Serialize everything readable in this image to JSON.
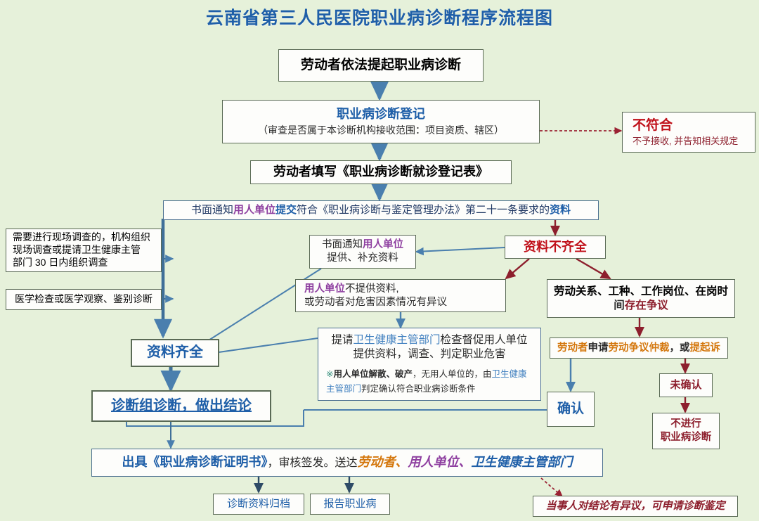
{
  "title": "云南省第三人民医院职业病诊断程序流程图",
  "background": "#e6f1da",
  "colors": {
    "orange": "#d4770d",
    "blue": "#1f5fa8",
    "navy": "#203864",
    "purple": "#8e3fa0",
    "red": "#c0111a",
    "darkred": "#8d1f2d",
    "teal": "#2e8b78",
    "arrow_blue": "#4a7fae",
    "arrow_red": "#8d1f2d"
  },
  "nodes": {
    "start": {
      "line1": "劳动者依法提起职业病诊断"
    },
    "registration": {
      "line1": "职业病诊断登记",
      "line2": "（审查是否属于本诊断机构接收范围：项目资质、辖区）"
    },
    "not_eligible": {
      "line1": "不符合",
      "line2": "不予接收, 并告知相关规定"
    },
    "fill_form": {
      "line1": "劳动者填写《职业病诊断就诊登记表》"
    },
    "notify_submit": {
      "seg1": "书面通知",
      "seg2": "用人单位",
      "seg3": "提交",
      "seg4": "符合《职业病诊断与鉴定管理办法》第二十一条要求的",
      "seg5": "资料"
    },
    "site_investigation": {
      "line1": "需要进行现场调查的，机构组织",
      "line2": "现场调查或提请卫生健康主管",
      "line3": "部门 30 日内组织调查"
    },
    "medical_exam": {
      "line1": "医学检查或医学观察、鉴别诊断"
    },
    "written_notice_employer": {
      "seg1": "书面通知",
      "seg2": "用人单位",
      "line2": "提供、补充资料"
    },
    "materials_incomplete": {
      "line1": "资料不齐全"
    },
    "employer_refuses": {
      "seg1": "用人单位",
      "seg2": "不提供资料,",
      "line2": "或劳动者对危害因素情况有异议"
    },
    "labor_dispute": {
      "line1": "劳动关系、工种、工作岗位、在岗时",
      "line2a": "间",
      "line2b": "存在争议"
    },
    "request_supervision": {
      "seg1": "提请",
      "seg2": "卫生健康主管部门",
      "seg3": "检查督促用人单位",
      "line2": "提供资料，调查、判定职业危害",
      "note_mark": "※",
      "note_a": "用人单位解散、破产",
      "note_b": "，无用人单位的，由",
      "note_c": "卫生",
      "note_d": "健康主管部门",
      "note_e": "判定确认符合职业病诊断条件"
    },
    "materials_complete": {
      "line1": "资料齐全"
    },
    "arbitration": {
      "seg1": "劳动者",
      "seg2": "申请",
      "seg3": "劳动争议仲裁",
      "seg4": "，或",
      "seg5": "提起诉"
    },
    "not_confirmed": {
      "line1": "未确认"
    },
    "confirmed": {
      "line1": "确认"
    },
    "no_diagnosis": {
      "line1": "不进行",
      "line2": "职业病诊断"
    },
    "diagnosis_group": {
      "line1": "诊断组诊断，做出结论"
    },
    "issue_certificate": {
      "seg1": "出具《职业病诊断证明书》",
      "seg2": "，审核签发。送达",
      "seg3": "劳动者、",
      "seg4": "用人单位、",
      "seg5": "卫生健康主管部门"
    },
    "archive": {
      "line1": "诊断资料归档"
    },
    "report_disease": {
      "line1": "报告职业病"
    },
    "appeal": {
      "line1": "当事人对结论有异议，可申请诊断鉴定"
    }
  }
}
